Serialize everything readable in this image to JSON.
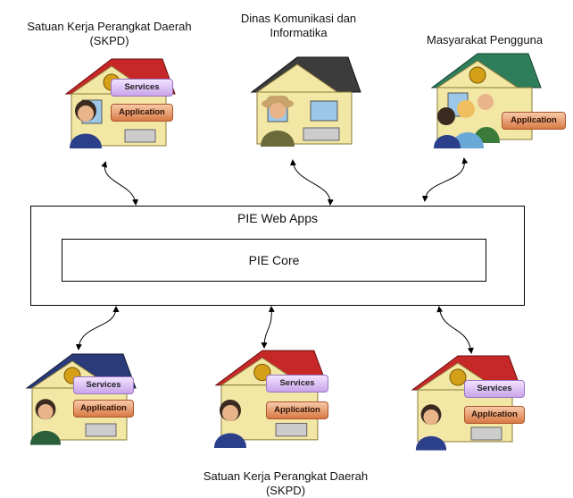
{
  "labels": {
    "skpd_top_line1": "Satuan Kerja Perangkat Daerah",
    "skpd_top_line2": "(SKPD)",
    "diskominfo_line1": "Dinas Komunikasi dan",
    "diskominfo_line2": "Informatika",
    "masyarakat": "Masyarakat Pengguna",
    "skpd_bottom_line1": "Satuan Kerja Perangkat Daerah",
    "skpd_bottom_line2": "(SKPD)"
  },
  "platform": {
    "web_apps": "PIE Web Apps",
    "core": "PIE Core"
  },
  "badges": {
    "services": "Services",
    "application": "Application"
  },
  "colors": {
    "roof_red": "#c62828",
    "roof_dark": "#3c3c3c",
    "roof_green": "#2e7d5b",
    "roof_navy": "#2b3a78",
    "wall": "#f3e7a6"
  },
  "icons": {
    "house": "house-icon",
    "person": "person-icon",
    "computer": "computer-icon"
  }
}
